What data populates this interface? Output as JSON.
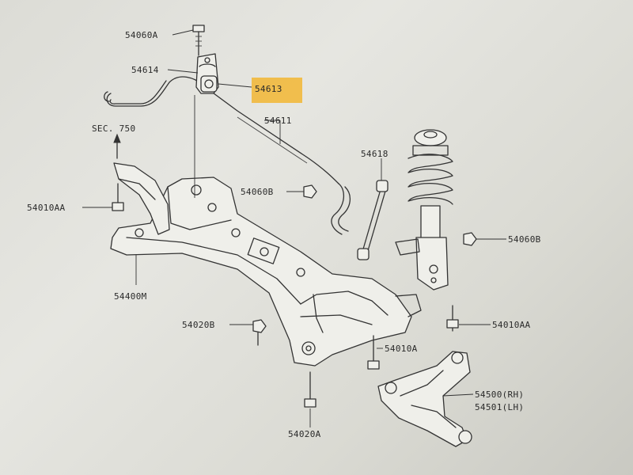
{
  "highlight_color": "#f2b632",
  "ink_color": "#333333",
  "callouts": {
    "c54060A_top": "54060A",
    "c54614": "54614",
    "c54613": "54613",
    "c54611": "54611",
    "sec750": "SEC. 750",
    "c54618": "54618",
    "c54010AA_left": "54010AA",
    "c54060B_mid": "54060B",
    "c54060B_right": "54060B",
    "c54400M": "54400M",
    "c54020B": "54020B",
    "c54010AA_right": "54010AA",
    "c54010A": "54010A",
    "c54500_rh": "54500(RH)",
    "c54501_lh": "54501(LH)",
    "c54020A": "54020A"
  }
}
